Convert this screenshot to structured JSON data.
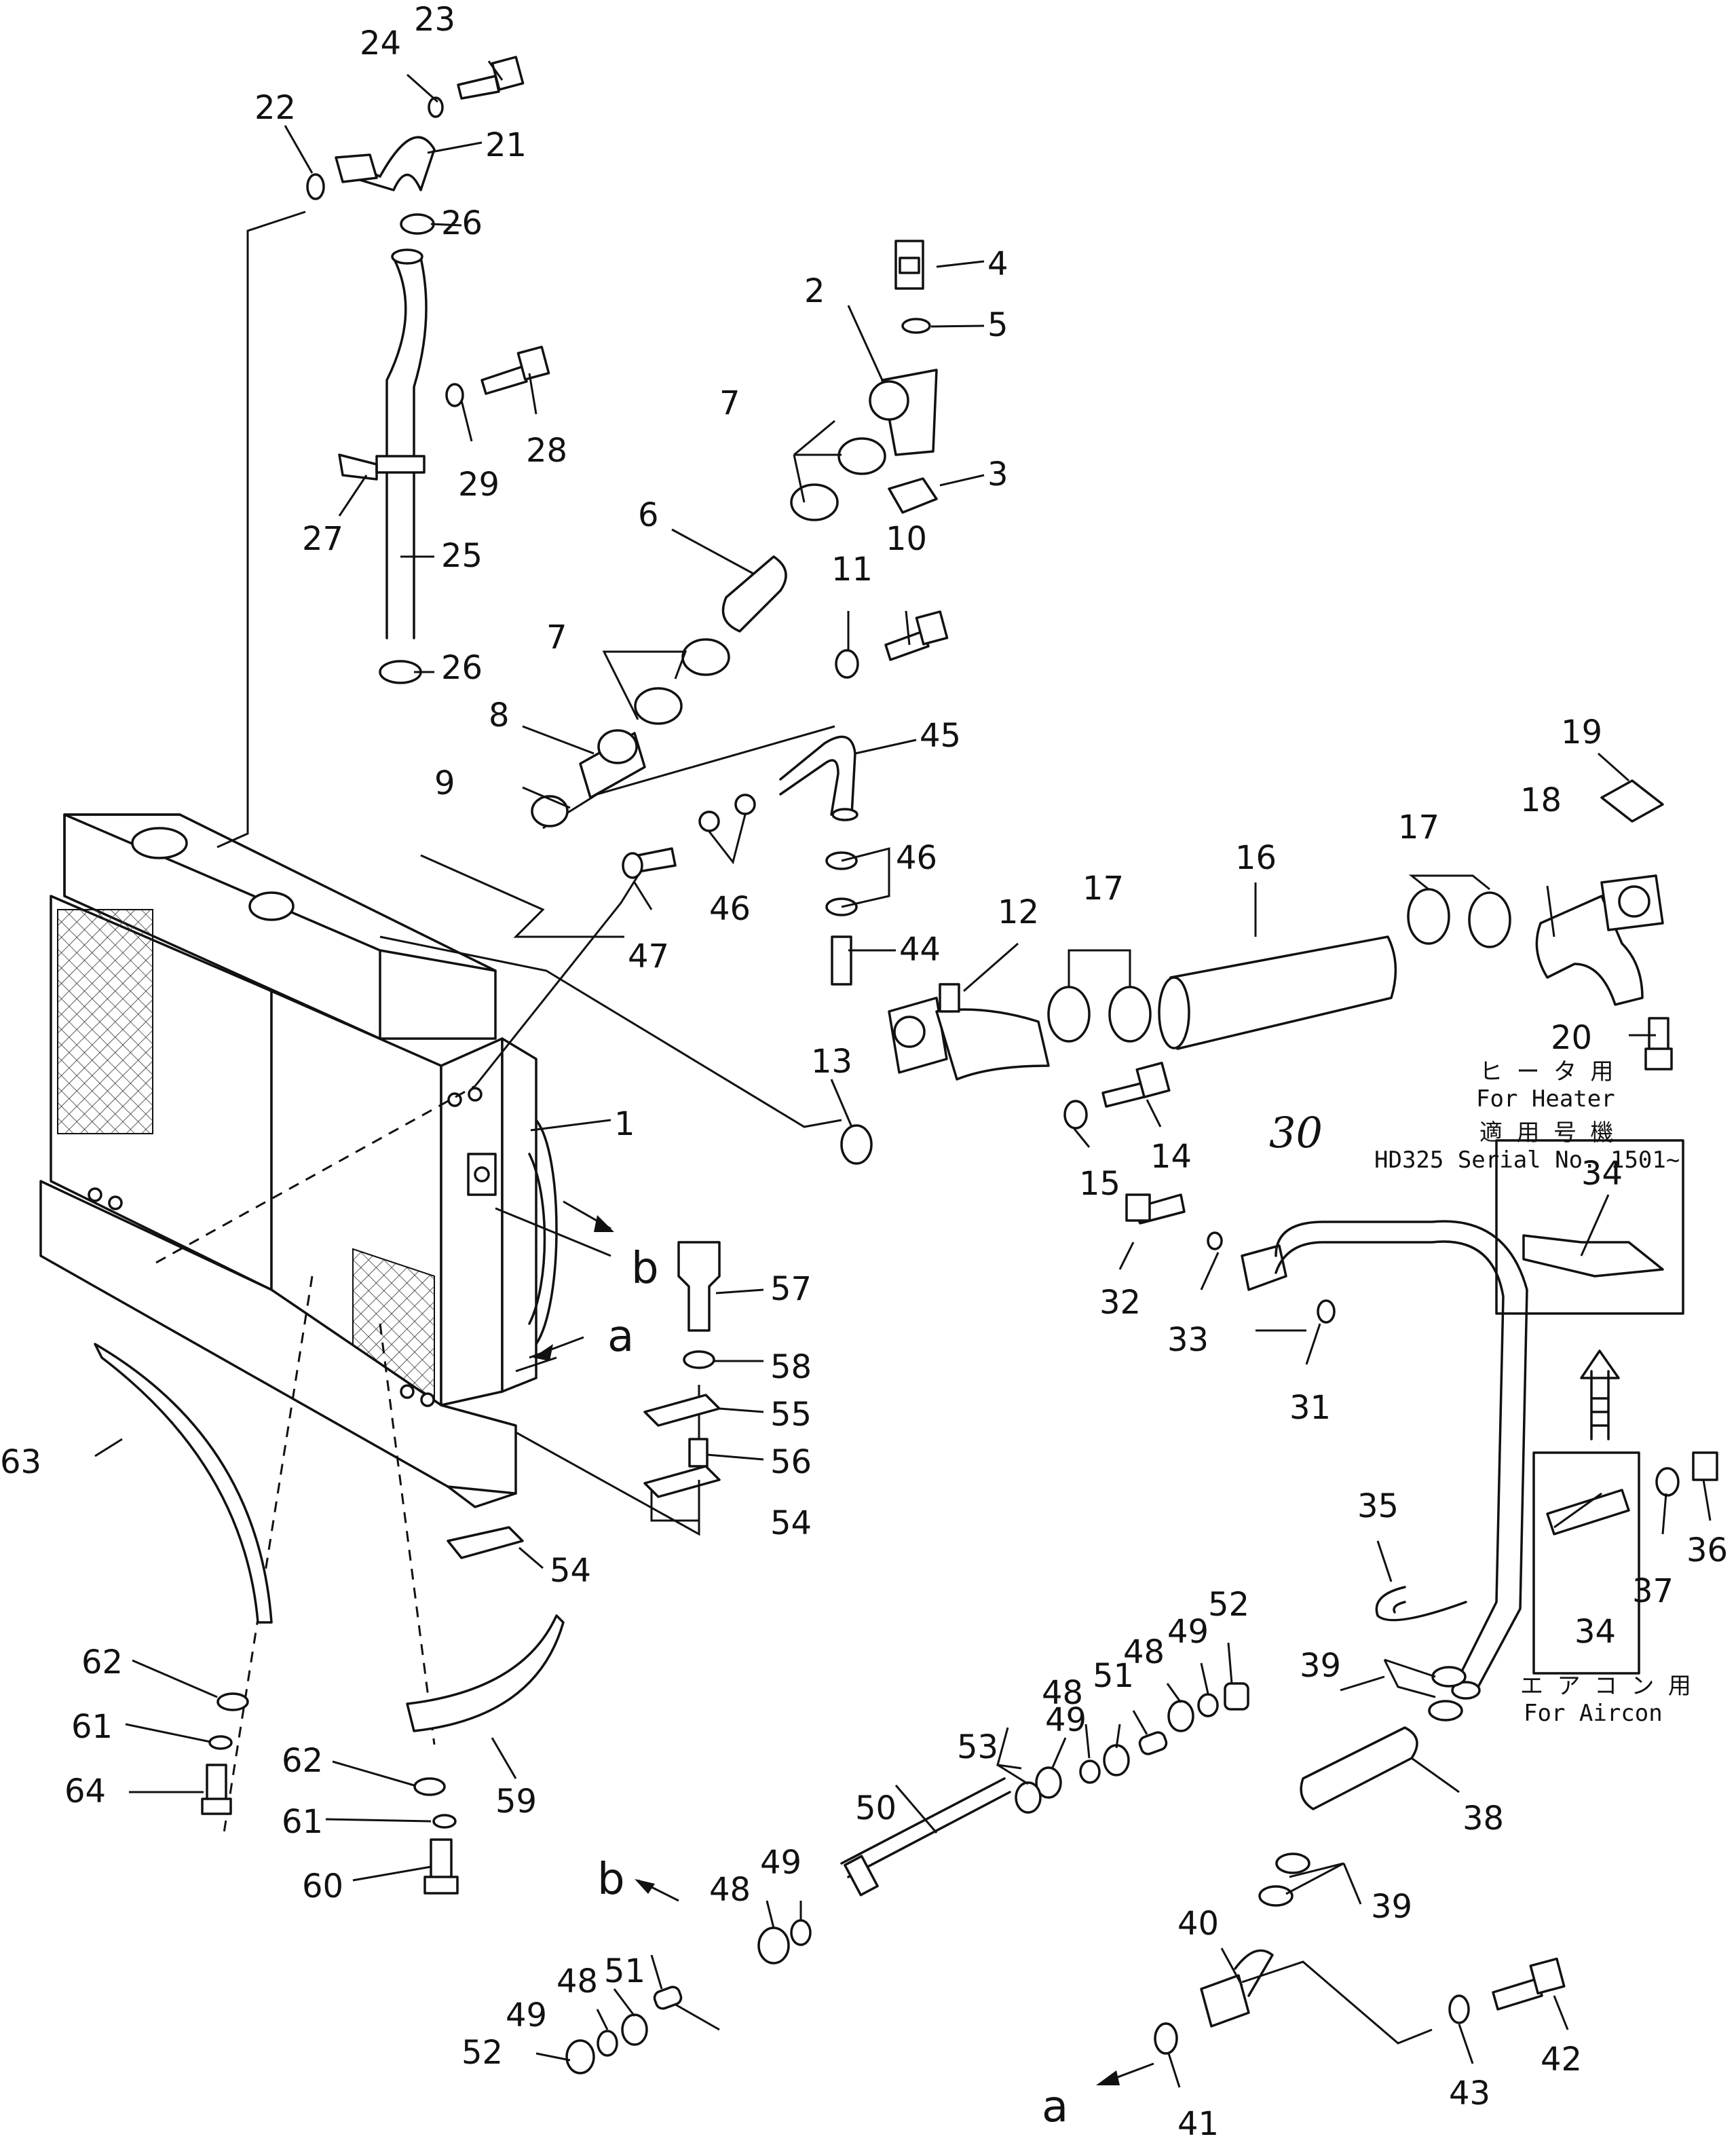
{
  "callouts": [
    "1",
    "2",
    "3",
    "4",
    "5",
    "6",
    "7",
    "7",
    "8",
    "9",
    "10",
    "11",
    "12",
    "13",
    "14",
    "15",
    "16",
    "17",
    "17",
    "18",
    "19",
    "20",
    "21",
    "22",
    "23",
    "24",
    "25",
    "26",
    "26",
    "27",
    "28",
    "29",
    "31",
    "32",
    "33",
    "34",
    "34",
    "35",
    "36",
    "37",
    "38",
    "39",
    "39",
    "40",
    "41",
    "42",
    "43",
    "44",
    "45",
    "46",
    "46",
    "47",
    "48",
    "48",
    "48",
    "48",
    "49",
    "49",
    "49",
    "49",
    "50",
    "51",
    "51",
    "52",
    "52",
    "53",
    "54",
    "54",
    "55",
    "56",
    "57",
    "58",
    "59",
    "60",
    "61",
    "61",
    "62",
    "62",
    "63",
    "64"
  ],
  "view_letters": {
    "b_radiator": "b",
    "a_radiator": "a",
    "b_rod": "b",
    "a_bottom": "a"
  },
  "notes": {
    "heater_jp": "ヒ ー タ 用",
    "heater_en": "For Heater",
    "serial_jp": "適 用 号 機",
    "serial_en": "HD325  Serial  No. 1501~",
    "aircon_jp": "エ ア コ ン 用",
    "aircon_en": "For  Aircon",
    "handwritten": "30"
  }
}
